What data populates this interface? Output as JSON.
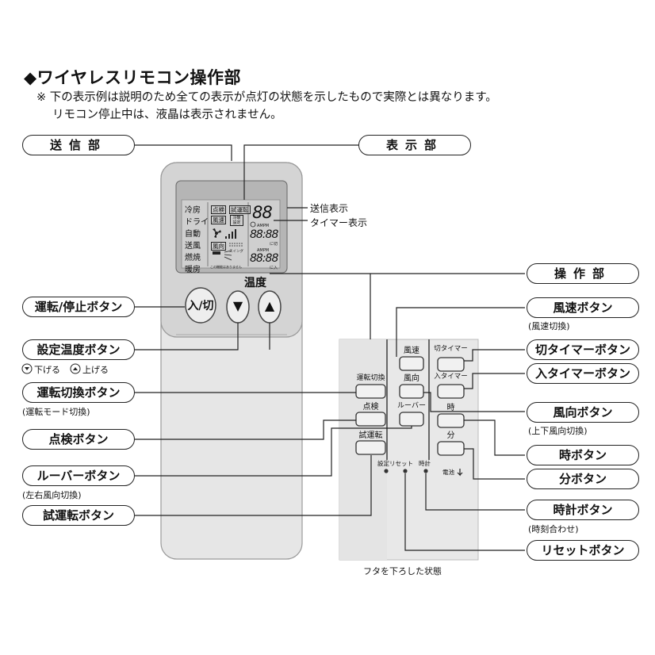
{
  "header": {
    "title": "◆ワイヤレスリモコン操作部",
    "note1": "※ 下の表示例は説明のため全ての表示が点灯の状態を示したもので実際とは異なります。",
    "note2": "リモコン停止中は、液晶は表示されません。"
  },
  "labels": {
    "transmitter": "送信部",
    "display": "表示部",
    "operation": "操作部",
    "send_indicator": "送信表示",
    "timer_indicator": "タイマー表示",
    "temp_label": "温度",
    "lid_state": "フタを下ろした状態"
  },
  "left_labels": [
    {
      "text": "運転/停止ボタン",
      "sub": ""
    },
    {
      "text": "設定温度ボタン",
      "sub": ""
    },
    {
      "text": "運転切換ボタン",
      "sub": "(運転モード切換)"
    },
    {
      "text": "点検ボタン",
      "sub": ""
    },
    {
      "text": "ルーバーボタン",
      "sub": "(左右風向切換)"
    },
    {
      "text": "試運転ボタン",
      "sub": ""
    }
  ],
  "temp_sub": {
    "down": "下げる",
    "up": "上げる"
  },
  "right_labels": [
    {
      "text": "風速ボタン",
      "sub": "(風速切換)"
    },
    {
      "text": "切タイマーボタン",
      "sub": ""
    },
    {
      "text": "入タイマーボタン",
      "sub": ""
    },
    {
      "text": "風向ボタン",
      "sub": "(上下風向切換)"
    },
    {
      "text": "時ボタン",
      "sub": ""
    },
    {
      "text": "分ボタン",
      "sub": ""
    },
    {
      "text": "時計ボタン",
      "sub": "(時刻合わせ)"
    },
    {
      "text": "リセットボタン",
      "sub": ""
    }
  ],
  "lcd": {
    "modes": [
      "冷房",
      "ドライ",
      "自動",
      "送風",
      "燃焼",
      "暖房"
    ],
    "tags": [
      "点検",
      "試運転",
      "風速",
      "冷暖設定",
      "風向"
    ],
    "digits": "88",
    "clock": "88:88",
    "ampm": "AMPM",
    "off": "に切",
    "on": "に入",
    "swing": "スイング",
    "notice": "この機能はありません"
  },
  "remote_buttons": {
    "power": "入/切",
    "down": "▼",
    "up": "▲"
  },
  "panel_buttons": {
    "fan_speed": "風速",
    "off_timer": "切タイマー",
    "mode_switch": "運転切換",
    "direction": "風向",
    "on_timer": "入タイマー",
    "inspection": "点検",
    "louver": "ルーバー",
    "hour": "時",
    "test_run": "試運転",
    "minute": "分",
    "settings_reset": "設定リセット",
    "clock": "時計",
    "battery": "電池"
  }
}
